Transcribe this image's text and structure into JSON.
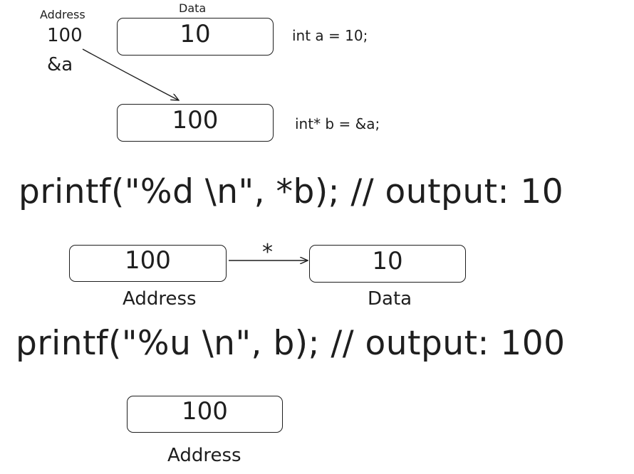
{
  "section1": {
    "address_header": "Address",
    "data_header": "Data",
    "address_value": "100",
    "address_ref": "&a",
    "box_a_value": "10",
    "code_a": "int a = 10;",
    "box_b_value": "100",
    "code_b": "int* b = &a;"
  },
  "statement1": "printf(\"%d \\n\", *b); // output: 10",
  "section2": {
    "address_box_value": "100",
    "deref_symbol": "*",
    "data_box_value": "10",
    "address_label": "Address",
    "data_label": "Data"
  },
  "statement2": "printf(\"%u \\n\", b); // output: 100",
  "section3": {
    "address_box_value": "100",
    "address_label": "Address"
  }
}
